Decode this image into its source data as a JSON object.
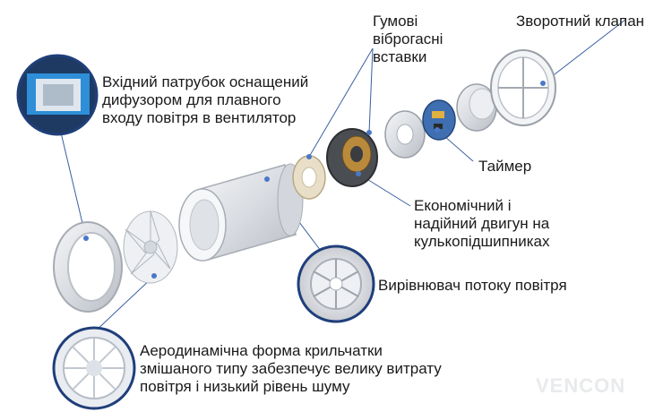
{
  "labels": {
    "inlet": [
      "Вхідний патрубок оснащений",
      "дифузором для плавного",
      "входу повітря в вентилятор"
    ],
    "rubber": [
      "Гумові",
      "віброгасні",
      "вставки"
    ],
    "check_valve": "Зворотний клапан",
    "timer": "Таймер",
    "motor": [
      "Економічний і",
      "надійний двигун на",
      "кулькопідшипниках"
    ],
    "straightener": "Вирівнювач потоку повітря",
    "impeller": [
      "Аеродинамічна форма крильчатки",
      "змішаного типу забезпечує велику витрату",
      "повітря і низький рівень шуму"
    ]
  },
  "brand": "VENCON",
  "colors": {
    "leader": "#3a5fa0",
    "dot": "#4a78c8",
    "ring": "#1f3f7a",
    "text": "#1a1a1a"
  }
}
